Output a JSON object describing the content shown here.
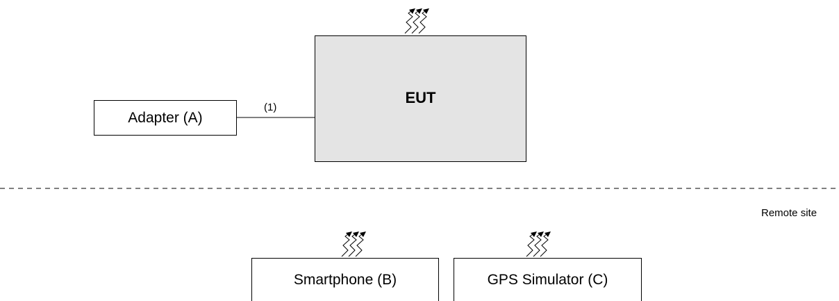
{
  "eut": {
    "label": "EUT"
  },
  "adapter": {
    "label": "Adapter (A)"
  },
  "cable": {
    "label": "(1)"
  },
  "remote": {
    "label": "Remote site"
  },
  "smartphone": {
    "label": "Smartphone (B)"
  },
  "gps": {
    "label": "GPS Simulator (C)"
  },
  "icons": [
    "wireless-antenna-icon"
  ]
}
